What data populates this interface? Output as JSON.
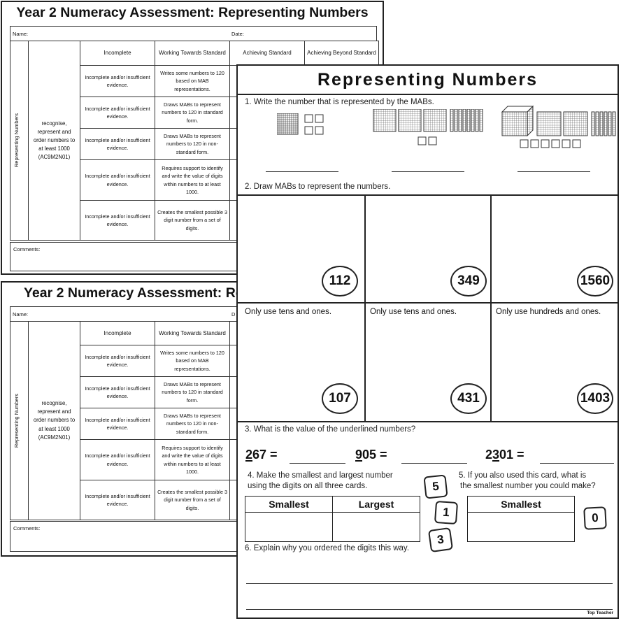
{
  "rubric": {
    "title": "Year 2 Numeracy Assessment: Representing Numbers",
    "title_partial": "Year 2 Numeracy Assessment: Re",
    "name_label": "Name:",
    "date_label": "Date:",
    "date_label_partial": "D",
    "headers": [
      "Incomplete",
      "Working Towards Standard",
      "Achieving Standard",
      "Achieving Beyond Standard"
    ],
    "vertical_label": "Representing Numbers",
    "outcome": "recognise, represent and order numbers to at least 1000 (AC9M2N01)",
    "rows": [
      {
        "incomplete": "Incomplete and/or insufficient evidence.",
        "working": "Writes some numbers to 120 based on MAB representations."
      },
      {
        "incomplete": "Incomplete and/or insufficient evidence.",
        "working": "Draws MABs to represent numbers to 120 in standard form."
      },
      {
        "incomplete": "Incomplete and/or insufficient evidence.",
        "working": "Draws MABs to represent numbers to 120 in non-standard form."
      },
      {
        "incomplete": "Incomplete and/or insufficient evidence.",
        "working": "Requires support to identify and write the value of digits within numbers to at least 1000."
      },
      {
        "incomplete": "Incomplete and/or insufficient evidence.",
        "working": "Creates the smallest possible 3 digit number from a set of digits."
      }
    ],
    "comments_label": "Comments:"
  },
  "worksheet": {
    "title": "Representing Numbers",
    "q1": "1.   Write the number that is represented by the MABs.",
    "q2": "2.  Draw MABs to represent the numbers.",
    "draw_numbers_row1": [
      "112",
      "349",
      "1560"
    ],
    "draw_numbers_row2": [
      "107",
      "431",
      "1403"
    ],
    "row2_notes": [
      "Only use tens and ones.",
      "Only use tens and ones.",
      "Only use hundreds and ones."
    ],
    "q3": "3.  What is the value of the underlined numbers?",
    "values": [
      {
        "pre": "",
        "u": "2",
        "post": "67 ="
      },
      {
        "pre": "",
        "u": "9",
        "post": "05 ="
      },
      {
        "pre": "2",
        "u": "3",
        "post": "01 ="
      }
    ],
    "q4_line1": "4.   Make the smallest and largest number",
    "q4_line2": "using the digits on all three cards.",
    "q4_headers": [
      "Smallest",
      "Largest"
    ],
    "cards": [
      "5",
      "1",
      "3"
    ],
    "q5_line1": "5.  If you also used this card, what is",
    "q5_line2": "the smallest number you could make?",
    "q5_header": "Smallest",
    "q5_card": "0",
    "q6": "6.  Explain why you ordered the digits this way.",
    "footer": "Top Teacher"
  }
}
